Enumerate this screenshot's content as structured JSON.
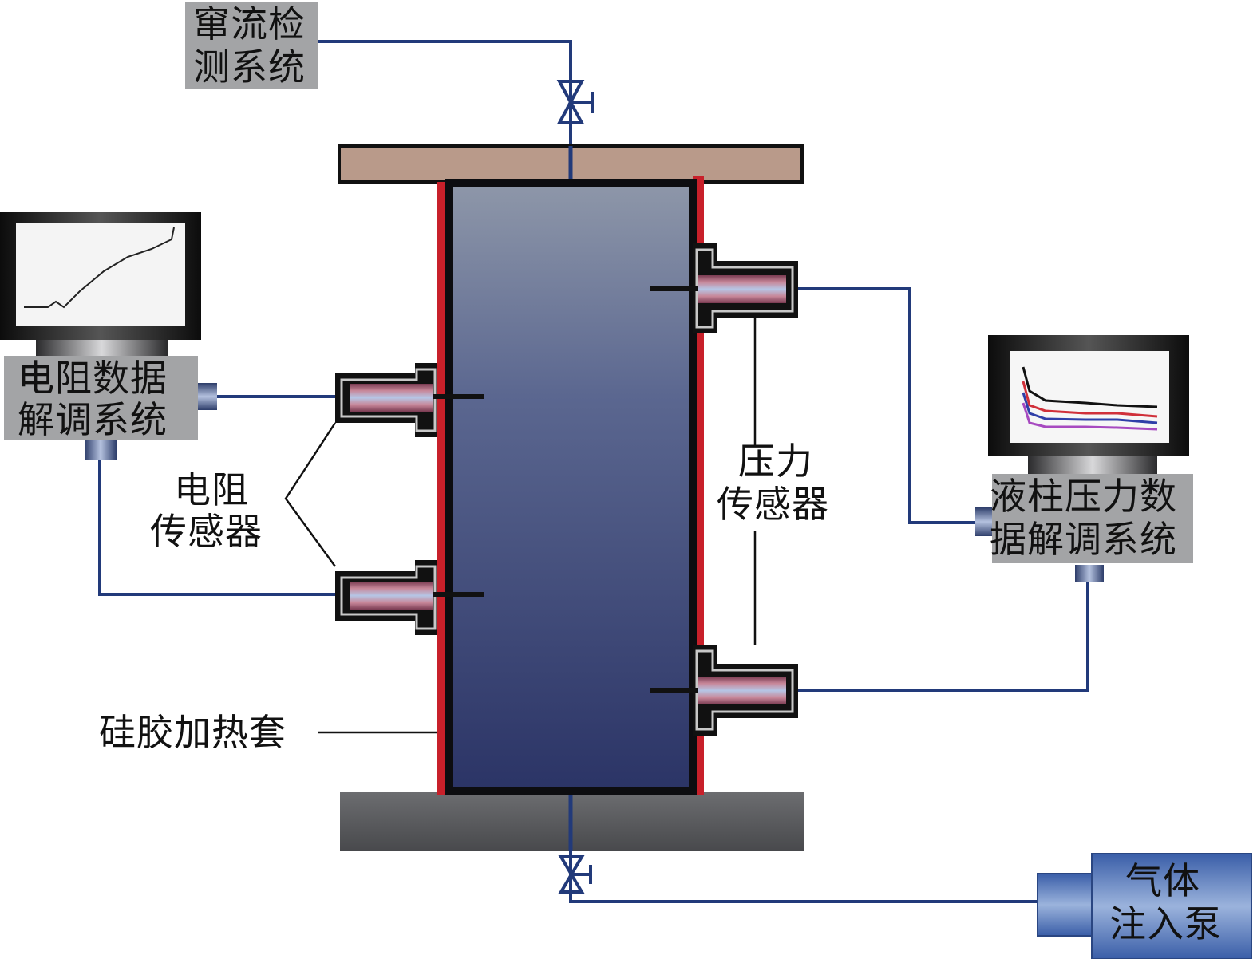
{
  "diagram": {
    "title": "Experimental apparatus schematic",
    "labels": {
      "seepage_system": [
        "窜流检",
        "测系统"
      ],
      "resistance_demod": [
        "电阻数据",
        "解调系统"
      ],
      "resistance_sensor": [
        "电阻",
        "传感器"
      ],
      "pressure_sensor": [
        "压力",
        "传感器"
      ],
      "pressure_demod": [
        "液柱压力数",
        "据解调系统"
      ],
      "heating_jacket": "硅胶加热套",
      "gas_pump": [
        "气体",
        "注入泵"
      ]
    },
    "components": [
      "top-flange",
      "bottom-base",
      "vessel-core",
      "heating-jacket-left",
      "heating-jacket-right",
      "resistance-sensor-upper",
      "resistance-sensor-lower",
      "pressure-sensor-upper",
      "pressure-sensor-lower",
      "valve-top",
      "valve-bottom",
      "monitor-left",
      "monitor-right",
      "gas-pump"
    ],
    "icons": {
      "valve": "valve-icon",
      "monitor": "monitor-icon",
      "connector": "connector-icon"
    },
    "colors": {
      "pipe": "#223a7a",
      "jacket": "#c8202a",
      "flange": "#b99a8a",
      "base": "#58595c",
      "vessel_top": "#8d96a8",
      "vessel_bottom": "#2b3466",
      "label_box": "#a3a4a6",
      "pump": "#4a6fb5"
    }
  }
}
